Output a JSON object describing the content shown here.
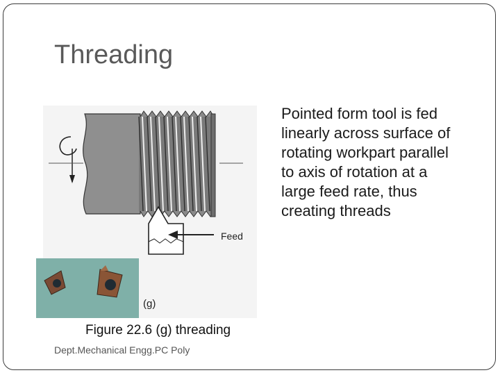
{
  "slide": {
    "title": "Threading",
    "body": "Pointed form tool is fed linearly across surface of rotating workpart parallel to axis of rotation at a large feed rate, thus creating threads",
    "figure": {
      "feed_label": "Feed",
      "panel_label": "(g)"
    },
    "caption": "Figure 22.6 (g) threading",
    "footer": "Dept.Mechanical Engg.PC Poly"
  }
}
